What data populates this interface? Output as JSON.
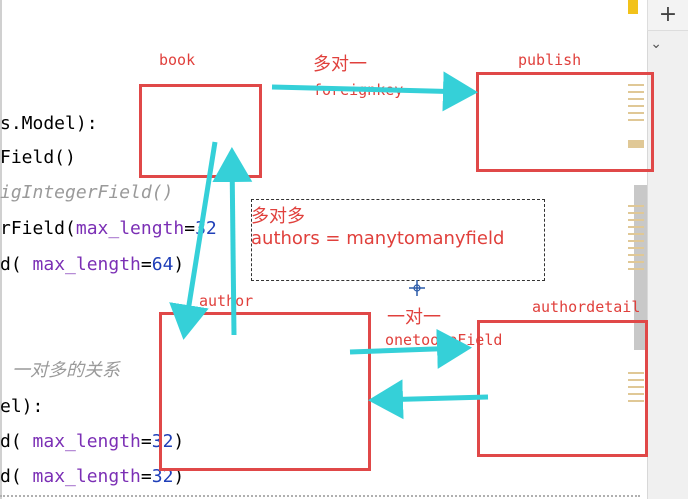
{
  "code": {
    "line1": "s.Model):",
    "line2": "Field()",
    "line3": "igIntegerField()",
    "line4_pre": "rField(",
    "line4_param": "max_length",
    "line4_eq": "=",
    "line4_num": "32",
    "line5_pre": "d( ",
    "line5_param": "max_length",
    "line5_eq": "=",
    "line5_num": "64",
    "line5_post": ")",
    "comment": "一对多的关系",
    "line6": "el):",
    "line7_pre": "d( ",
    "line7_param": "max_length",
    "line7_eq": "=",
    "line7_num": "32",
    "line7_post": ")",
    "line8_pre": "d( ",
    "line8_param": "max_length",
    "line8_eq": "=",
    "line8_num": "32",
    "line8_post": ")"
  },
  "diagram": {
    "book": "book",
    "publish": "publish",
    "author": "author",
    "authordetail": "authordetail",
    "many_to_one": "多对一",
    "foreignkey": "foreignkey",
    "many_to_many": "多对多",
    "m2m_field": "authors = manytomanyfield",
    "one_to_one": "一对一",
    "onetoone_field": "onetooneField"
  },
  "toolbar": {
    "plus_label": "+",
    "chevron_label": "⌄"
  },
  "colors": {
    "box_red": "#e04848",
    "arrow_cyan": "#35d0d8",
    "label_red": "#e0403c"
  }
}
